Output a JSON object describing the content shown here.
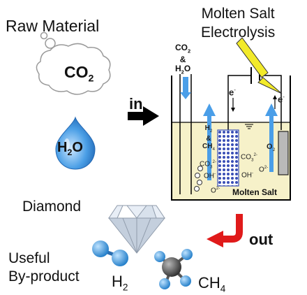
{
  "labels": {
    "raw_material": "Raw Material",
    "molten_salt_line1": "Molten Salt",
    "molten_salt_line2": "Electrolysis",
    "in": "in",
    "diamond": "Diamond",
    "out": "out",
    "useful_line1": "Useful",
    "useful_line2": "By-product",
    "h2": "H",
    "h2_sub": "2",
    "ch4": "CH",
    "ch4_sub": "4",
    "co2": "CO",
    "co2_sub": "2",
    "h2o": "H",
    "h2o_sub": "2",
    "h2o_o": "O"
  },
  "cell": {
    "feed_co2": "CO",
    "feed_co2_sub": "2",
    "feed_amp": "&",
    "feed_h2o": "H",
    "feed_h2o_sub": "2",
    "feed_h2o_o": "O",
    "electron_left": "e",
    "electron_right": "e",
    "electron_sup": "-",
    "gas_h2": "H",
    "gas_h2_sub": "2",
    "gas_amp": "&",
    "gas_ch4": "CH",
    "gas_ch4_sub": "4",
    "o2": "O",
    "o2_sub": "2",
    "co3_left": "CO",
    "co3_left_sub": "3",
    "co3_left_sup": "2-",
    "co3_right": "CO",
    "co3_right_sub": "3",
    "co3_right_sup": "2-",
    "oh_left": "OH",
    "oh_left_sup": "-",
    "oh_right": "OH",
    "oh_right_sup": "-",
    "o2ion_left": "O",
    "o2ion_left_sup": "2-",
    "o2ion_right": "O",
    "o2ion_right_sup": "2-",
    "molten_salt": "Molten Salt"
  },
  "colors": {
    "bath": "#f6f1c9",
    "arrow_blue": "#4a9ee8",
    "out_arrow": "#e01a1a",
    "lightning": "#f2ea2a",
    "cathode": "#3a4fb6",
    "anode": "#b9b9b9",
    "hydrogen_blue": "#2f8fd6",
    "carbon_gray": "#5a5a5a"
  }
}
